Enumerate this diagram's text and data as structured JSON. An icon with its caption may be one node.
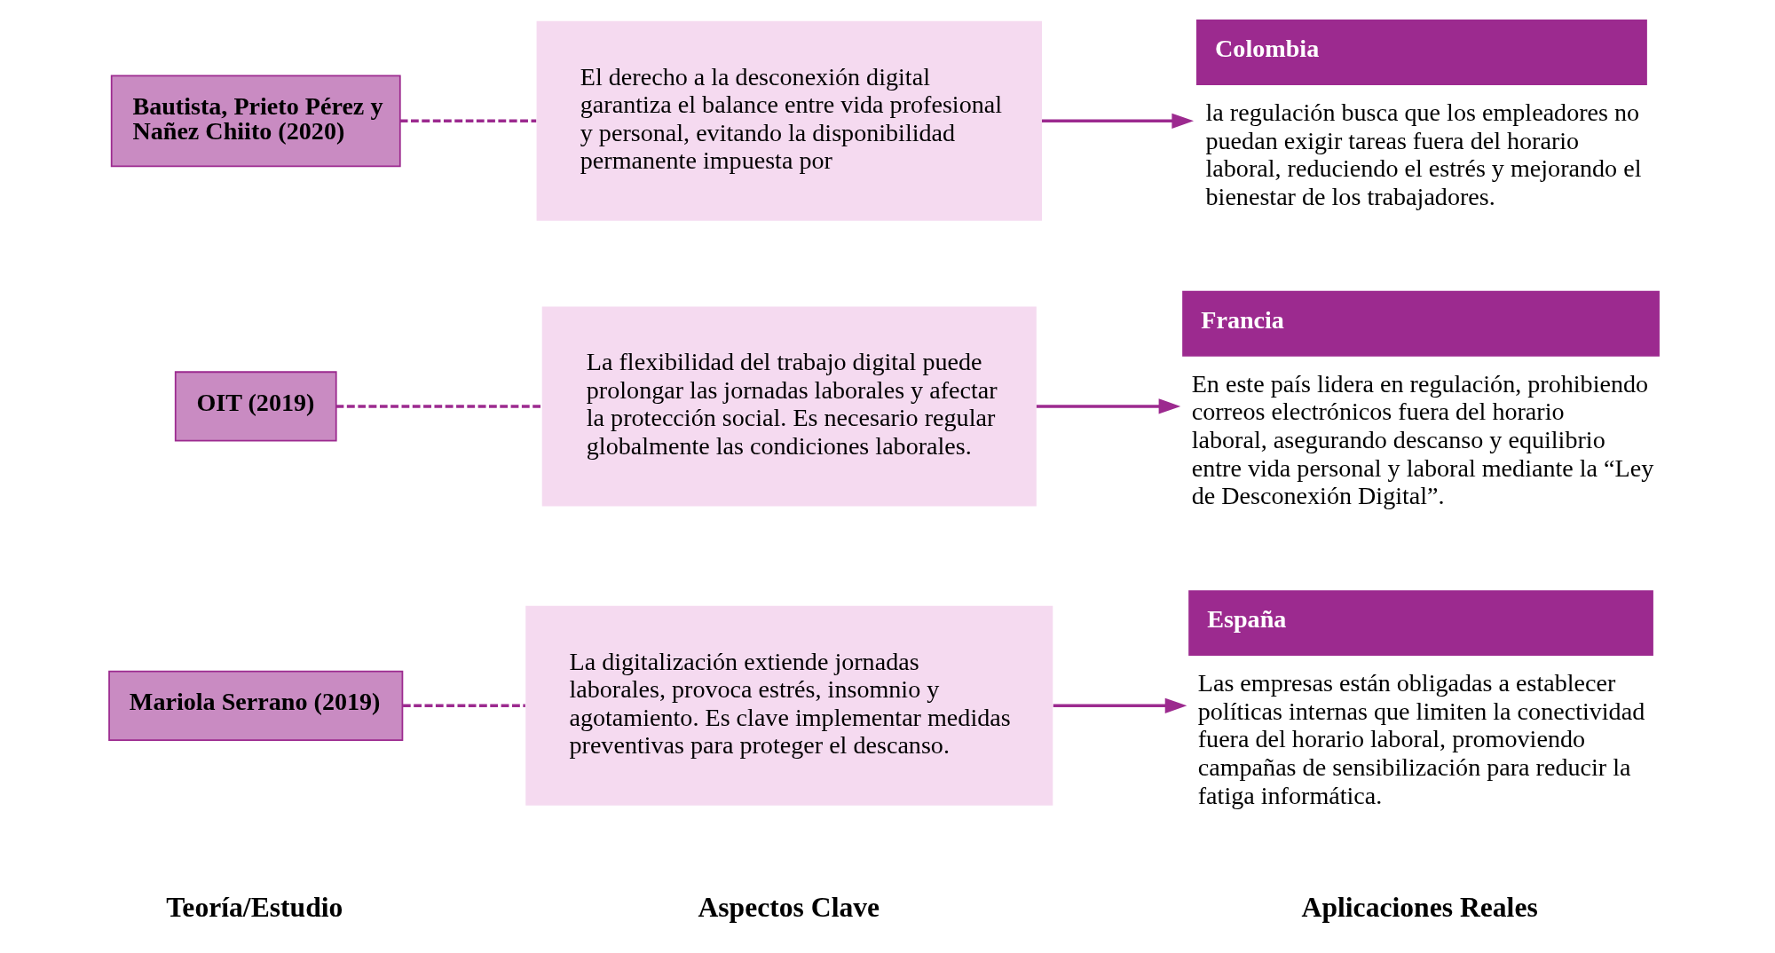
{
  "diagram": {
    "nodes": [
      {
        "text": [
          "Mariola Serrano (2019)"
        ]
      },
      {
        "text": [
          "La digitalización extiende jornadas laborales, provoca estrés, insomnio y agotamiento. Es clave implementar medidas preventivas para proteger el descanso."
        ]
      },
      {
        "text": [
          "España",
          "Las empresas están obligadas a establecer políticas internas que limiten la conectividad fuera del horario laboral, promoviendo campañas de sensibilización para reducir la fatiga informática."
        ]
      },
      {
        "text": [
          "OIT (2019)"
        ]
      },
      {
        "text": [
          "La flexibilidad del trabajo digital puede prolongar las jornadas laborales y afectar la protección social. Es necesario regular globalmente las condiciones laborales."
        ]
      },
      {
        "text": [
          "Francia",
          "En este país lidera en regulación, prohibiendo correos electrónicos fuera del horario laboral, asegurando descanso y equilibrio entre vida personal y laboral mediante la “Ley de Desconexión Digital”."
        ]
      },
      {
        "text": [
          "Bautista, Prieto Pérez y Nañez Chiito (2020)"
        ]
      },
      {
        "text": [
          "El derecho a la desconexión digital garantiza el balance entre vida profesional y personal, evitando la disponibilidad permanente impuesta por"
        ]
      },
      {
        "text": [
          "Colombia",
          "la regulación busca que los empleadores no puedan exigir tareas fuera del horario laboral, reduciendo el estrés y mejorando el bienestar de los trabajadores."
        ]
      }
    ],
    "edges": [
      {
        "from": 0,
        "to": 1,
        "arrow": "none",
        "style": "dashed"
      },
      {
        "from": 1,
        "to": 2,
        "arrow": "to"
      },
      {
        "from": 3,
        "to": 4,
        "arrow": "none",
        "style": "dashed"
      },
      {
        "from": 4,
        "to": 5,
        "arrow": "to"
      },
      {
        "from": 6,
        "to": 7,
        "arrow": "none",
        "style": "dashed"
      },
      {
        "from": 7,
        "to": 8,
        "arrow": "to"
      }
    ],
    "labels": [
      "Teoría/Estudio",
      "Aspectos Clave",
      "Aplicaciones Reales"
    ]
  }
}
